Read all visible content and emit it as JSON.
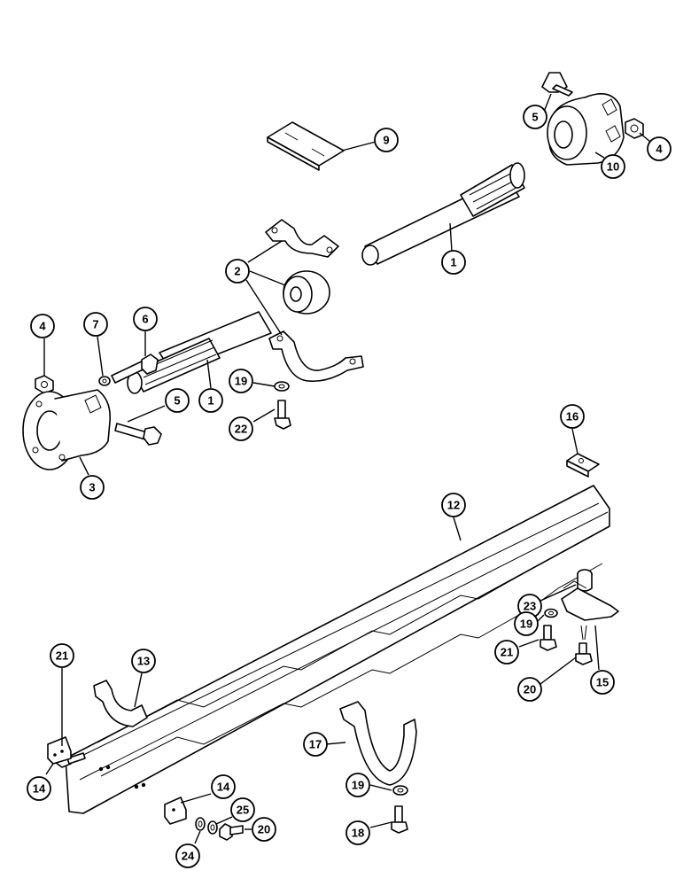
{
  "diagram": {
    "callouts": [
      {
        "id": "c-5-top",
        "label": "5"
      },
      {
        "id": "c-4-top",
        "label": "4"
      },
      {
        "id": "c-9",
        "label": "9"
      },
      {
        "id": "c-10",
        "label": "10"
      },
      {
        "id": "c-1-top",
        "label": "1"
      },
      {
        "id": "c-2",
        "label": "2"
      },
      {
        "id": "c-4-left",
        "label": "4"
      },
      {
        "id": "c-7",
        "label": "7"
      },
      {
        "id": "c-6",
        "label": "6"
      },
      {
        "id": "c-1-mid",
        "label": "1"
      },
      {
        "id": "c-5-mid",
        "label": "5"
      },
      {
        "id": "c-19-mid",
        "label": "19"
      },
      {
        "id": "c-22",
        "label": "22"
      },
      {
        "id": "c-3",
        "label": "3"
      },
      {
        "id": "c-16",
        "label": "16"
      },
      {
        "id": "c-12",
        "label": "12"
      },
      {
        "id": "c-23",
        "label": "23"
      },
      {
        "id": "c-19-right",
        "label": "19"
      },
      {
        "id": "c-21-right",
        "label": "21"
      },
      {
        "id": "c-15",
        "label": "15"
      },
      {
        "id": "c-20-right",
        "label": "20"
      },
      {
        "id": "c-21-left",
        "label": "21"
      },
      {
        "id": "c-13",
        "label": "13"
      },
      {
        "id": "c-14-left",
        "label": "14"
      },
      {
        "id": "c-17",
        "label": "17"
      },
      {
        "id": "c-19-bottom",
        "label": "19"
      },
      {
        "id": "c-18",
        "label": "18"
      },
      {
        "id": "c-14-bottom",
        "label": "14"
      },
      {
        "id": "c-25",
        "label": "25"
      },
      {
        "id": "c-20-bottom",
        "label": "20"
      },
      {
        "id": "c-24",
        "label": "24"
      }
    ]
  }
}
